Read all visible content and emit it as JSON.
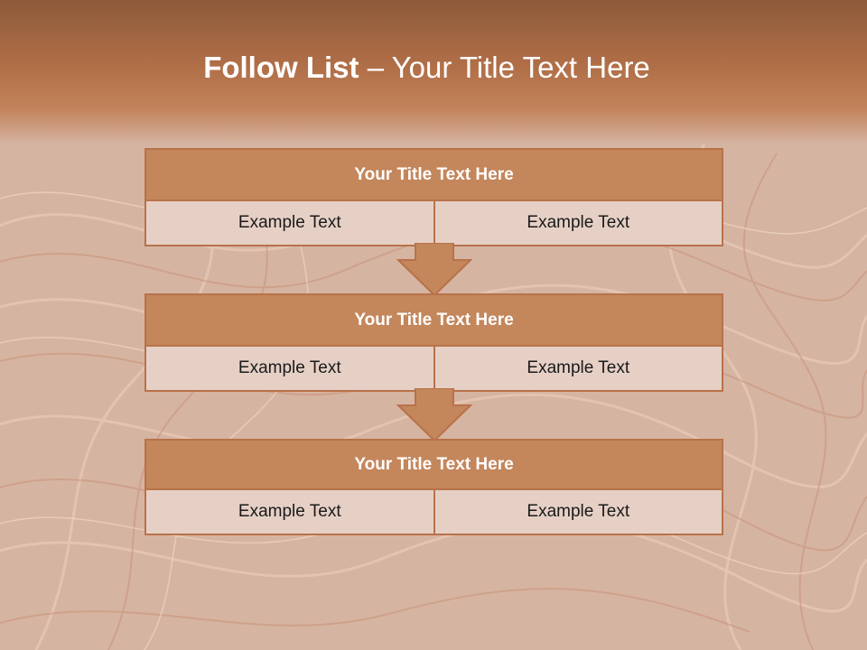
{
  "slide": {
    "title_bold": "Follow List",
    "title_rest": " – Your Title Text Here"
  },
  "blocks": [
    {
      "title": "Your Title Text Here",
      "left": "Example Text",
      "right": "Example Text"
    },
    {
      "title": "Your Title Text Here",
      "left": "Example Text",
      "right": "Example Text"
    },
    {
      "title": "Your Title Text Here",
      "left": "Example Text",
      "right": "Example Text"
    }
  ],
  "colors": {
    "header_band": "#b06e47",
    "box_header": "#c4865b",
    "box_cell": "#e6d0c6",
    "border": "#b8724a"
  }
}
